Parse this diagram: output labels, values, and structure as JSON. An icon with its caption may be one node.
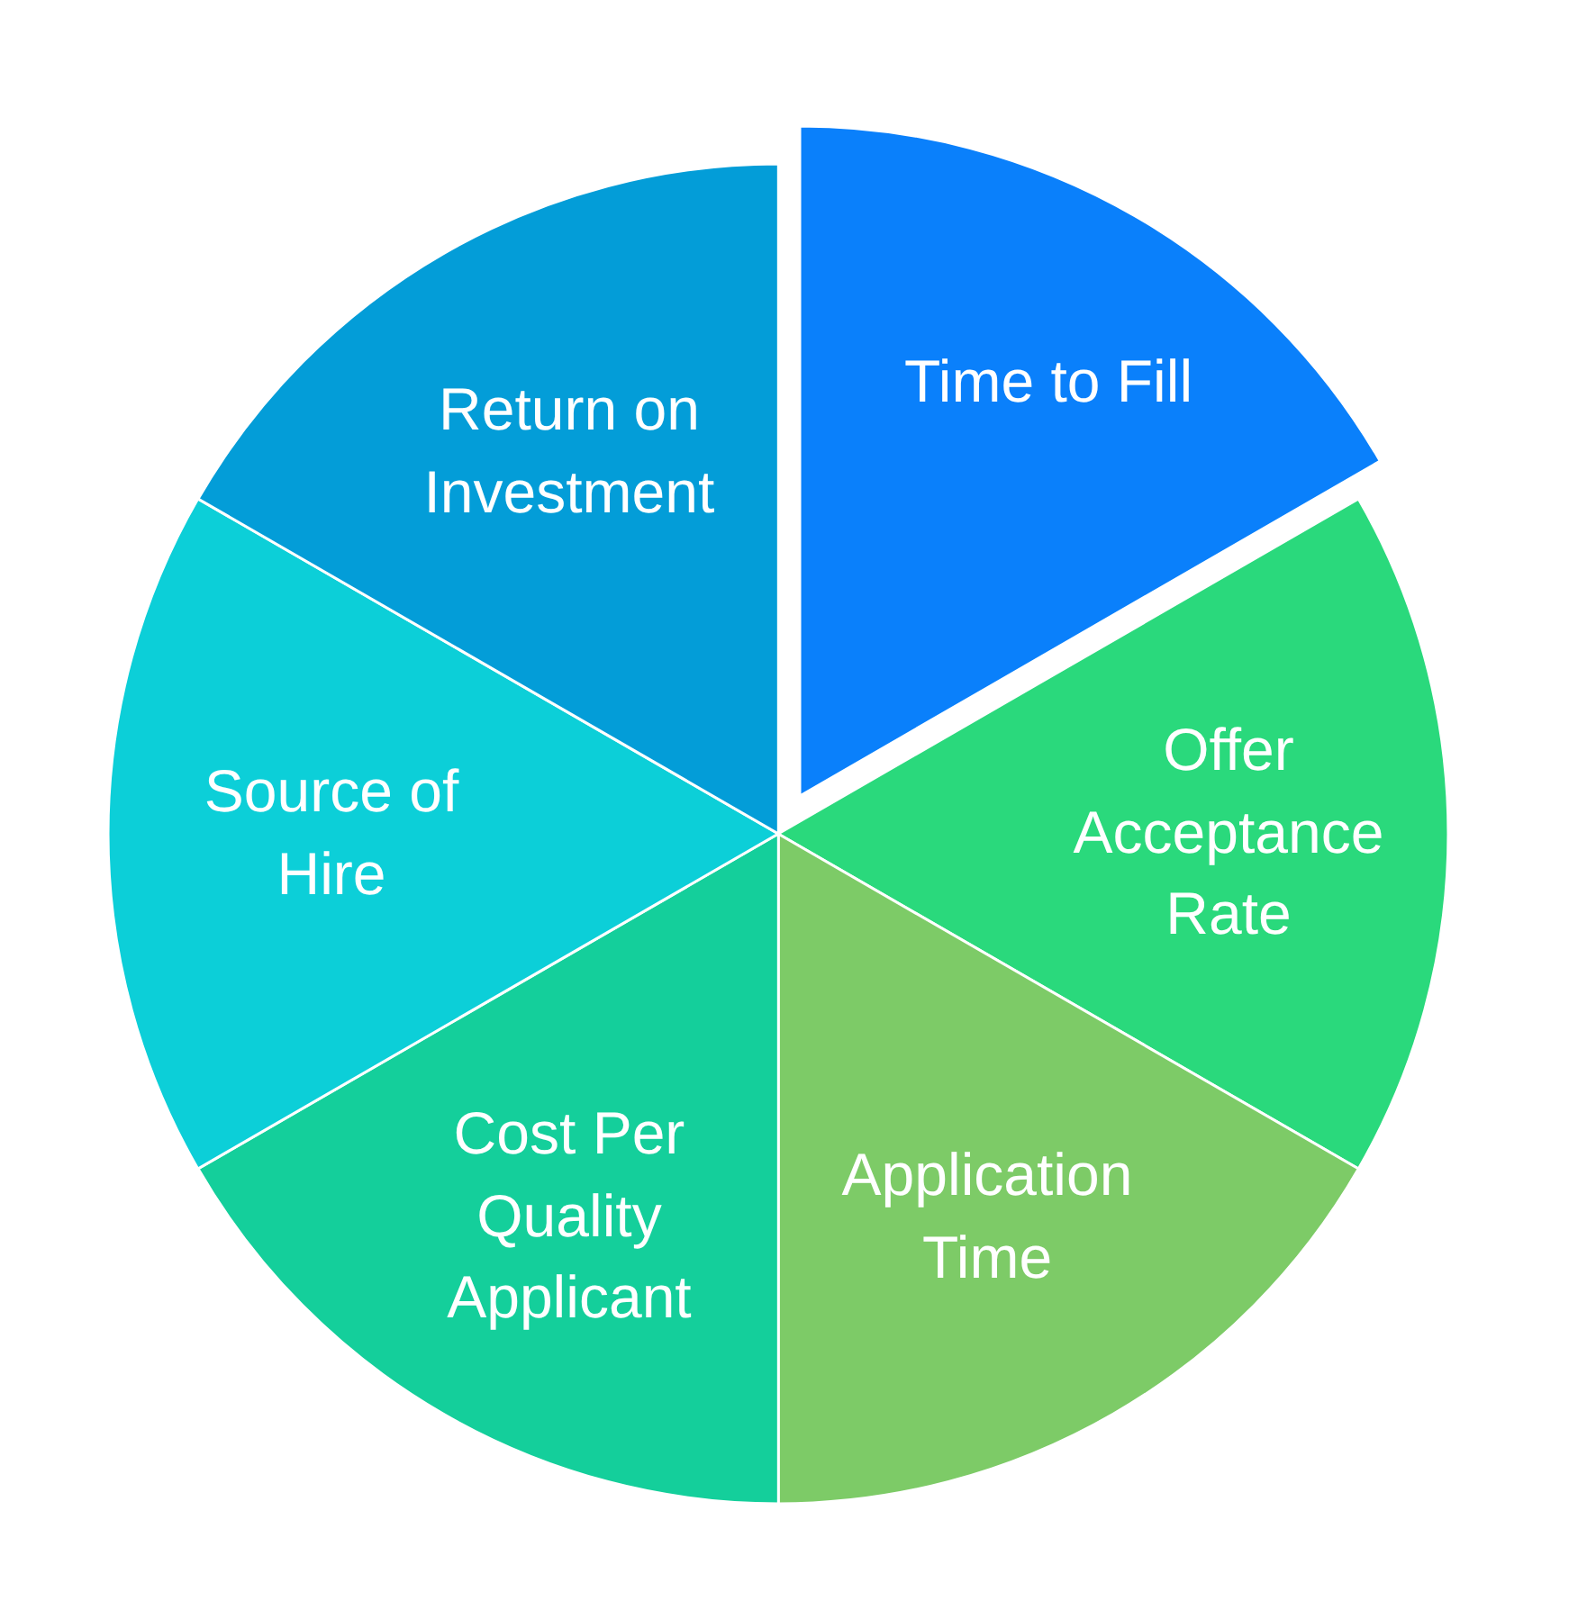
{
  "diagram": {
    "nodes": [
      {
        "text": [
          "Time to Fill"
        ]
      },
      {
        "text": [
          "Offer Acceptance Rate"
        ]
      },
      {
        "text": [
          "Application Time"
        ]
      },
      {
        "text": [
          "Cost Per Quality Applicant"
        ]
      },
      {
        "text": [
          "Source of Hire"
        ]
      },
      {
        "text": [
          "Return on Investment"
        ]
      }
    ]
  }
}
